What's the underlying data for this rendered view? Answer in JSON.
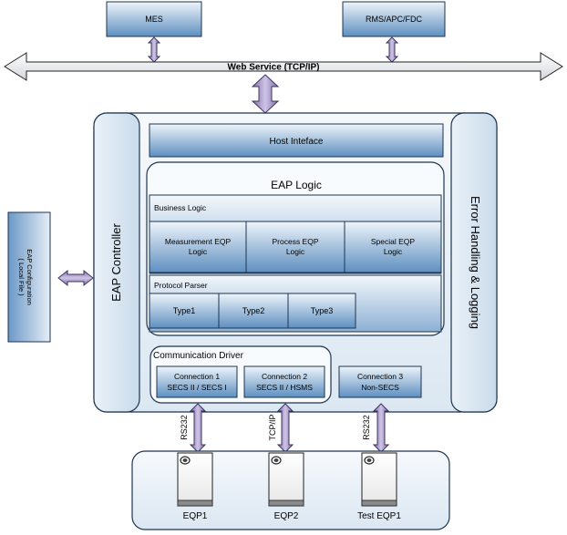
{
  "top": {
    "mes": "MES",
    "rms": "RMS/APC/FDC"
  },
  "web_service": "Web Service (TCP/IP)",
  "host_interface": "Host Inteface",
  "eap_logic": {
    "title": "EAP Logic",
    "business_logic": "Business Logic",
    "measurement": [
      "Measurement EQP",
      "Logic"
    ],
    "process": [
      "Process EQP",
      "Logic"
    ],
    "special": [
      "Special EQP",
      "Logic"
    ],
    "protocol_parser": "Protocol Parser",
    "types": [
      "Type1",
      "Type2",
      "Type3"
    ]
  },
  "eap_controller": "EAP Controller",
  "error_handling": "Error Handling & Logging",
  "eap_config": [
    "EAP Configuration",
    "( Local File )"
  ],
  "comm_driver": {
    "title": "Communication Driver",
    "conn1": [
      "Connection 1",
      "SECS II / SECS I"
    ],
    "conn2": [
      "Connection 2",
      "SECS II / HSMS"
    ],
    "conn3": [
      "Connection 3",
      "Non-SECS"
    ]
  },
  "links": {
    "rs232_1": "RS232",
    "tcpip": "TCP/IP",
    "rs232_2": "RS232"
  },
  "equipment": {
    "eqp1": "EQP1",
    "eqp2": "EQP2",
    "test_eqp1": "Test EQP1"
  },
  "colors": {
    "box_light": "#d8e6f3",
    "box_dark": "#5e8fc0",
    "arrow_fill": "#b9aad6",
    "arrow_stroke": "#3e3560",
    "line": "#1e3550"
  }
}
